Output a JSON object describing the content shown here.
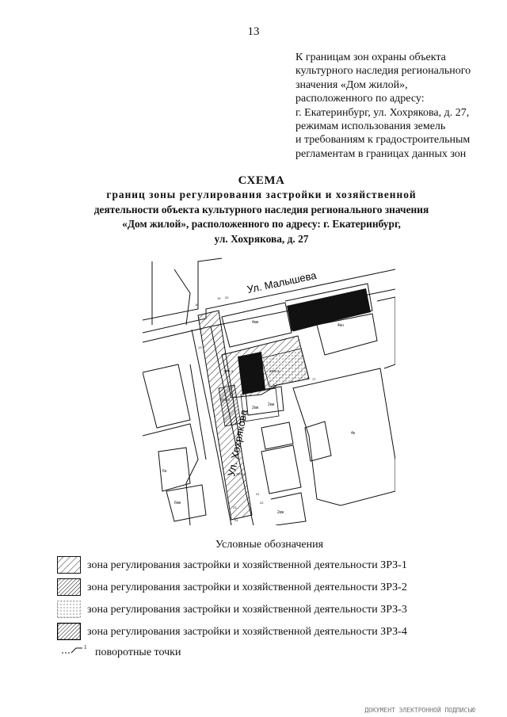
{
  "page_number": "13",
  "header_note": [
    "К границам зон охраны объекта",
    "культурного наследия регионального",
    "значения «Дом жилой»,",
    "расположенного по адресу:",
    "г. Екатеринбург, ул. Хохрякова, д. 27,",
    "режимам использования земель",
    "и требованиям к градостроительным",
    "регламентам в границах данных зон"
  ],
  "title": {
    "heading": "СХЕМА",
    "lines": [
      "границ зоны регулирования застройки и хозяйственной",
      "деятельности объекта культурного наследия регионального значения",
      "«Дом жилой», расположенного по адресу: г. Екатеринбург,",
      "ул. Хохрякова, д. 27"
    ]
  },
  "map": {
    "street_top": "Ул. Малышева",
    "street_left": "Ул. Хохрякова",
    "building_labels": [
      "4кж",
      "4кн",
      "2кж",
      "2кж",
      "4к",
      "6н",
      "6кж",
      "2кж"
    ],
    "zone_labels": [
      "ЗРЗ-1",
      "ЗРЗ-2",
      "ЗРЗ-3",
      "ЗРЗ-4"
    ],
    "point_labels": [
      "19",
      "20",
      "18",
      "17",
      "21",
      "22",
      "23",
      "24",
      "13"
    ]
  },
  "legend": {
    "title": "Условные обозначения",
    "items": [
      {
        "label": "зона регулирования застройки и хозяйственной деятельности ЗРЗ-1",
        "pattern": "sparse-hatch"
      },
      {
        "label": "зона регулирования застройки и хозяйственной деятельности ЗРЗ-2",
        "pattern": "dense-hatch"
      },
      {
        "label": "зона регулирования застройки и хозяйственной деятельности ЗРЗ-3",
        "pattern": "dotted"
      },
      {
        "label": "зона регулирования застройки и хозяйственной деятельности ЗРЗ-4",
        "pattern": "bold-hatch"
      }
    ],
    "turn_points": {
      "label": "поворотные точки",
      "marker": "1"
    }
  },
  "footer_stamp": "ДОКУМЕНТ ЭЛЕКТРОННОЙ ПОДПИСЬЮ"
}
